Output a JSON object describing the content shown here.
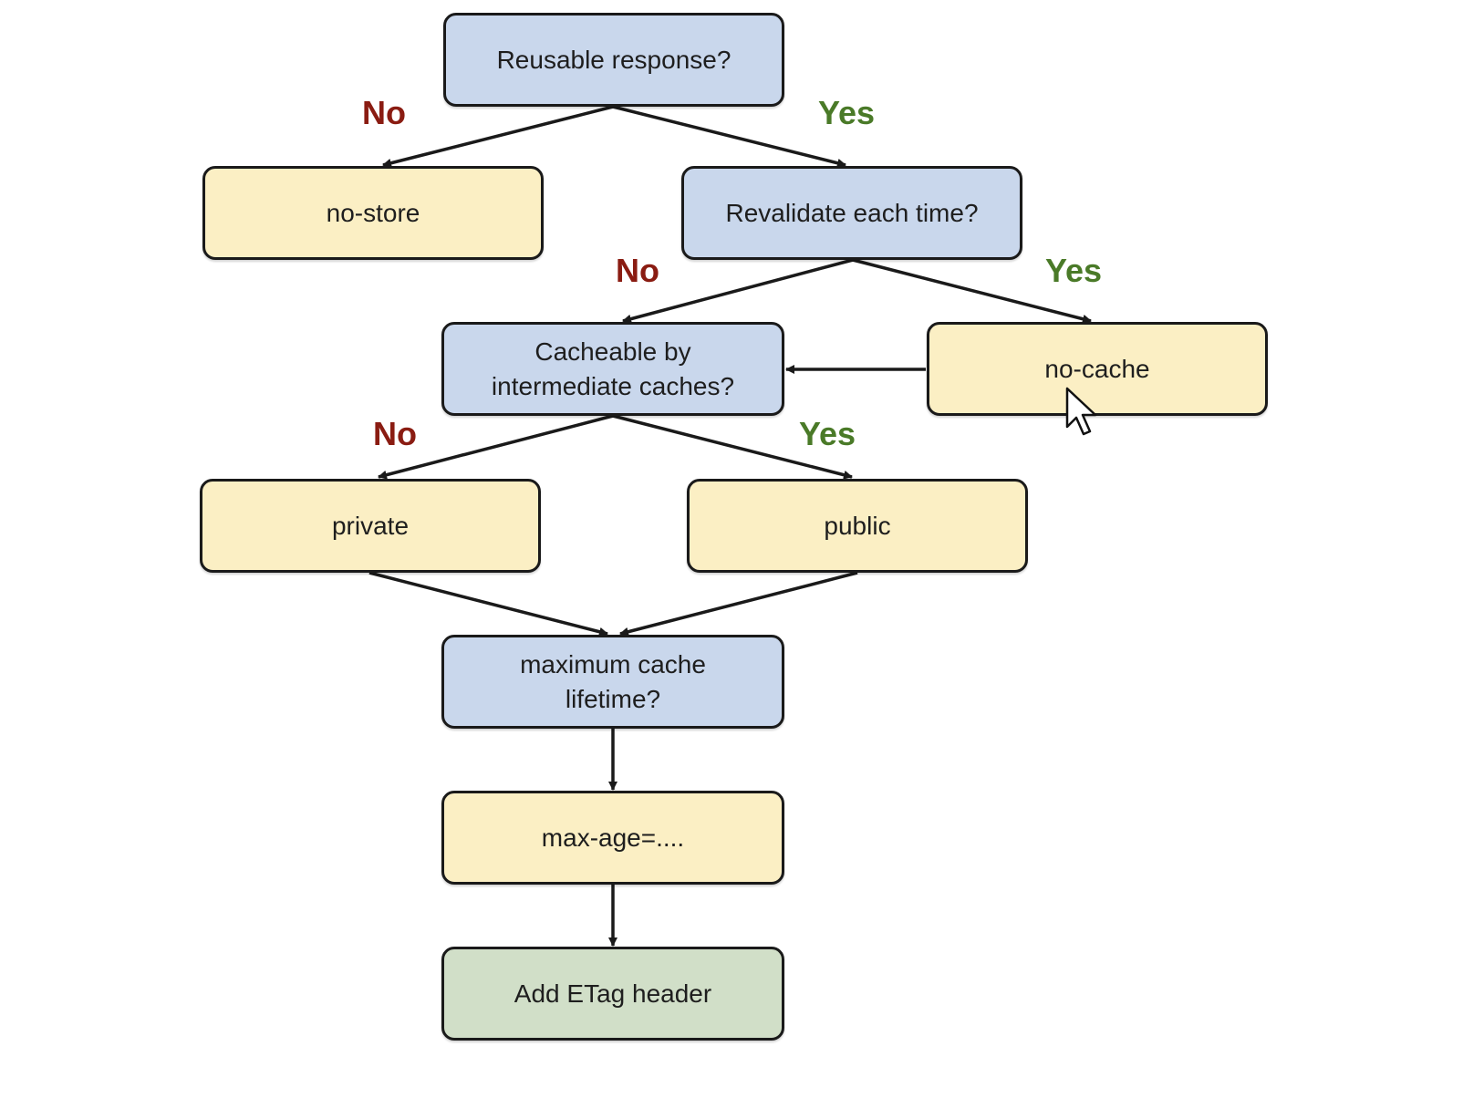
{
  "nodes": {
    "reusable": "Reusable response?",
    "no_store": "no-store",
    "revalidate": "Revalidate each time?",
    "cacheable": "Cacheable by\nintermediate caches?",
    "no_cache": "no-cache",
    "private": "private",
    "public": "public",
    "max_lifetime": "maximum cache\nlifetime?",
    "max_age": "max-age=....",
    "etag": "Add ETag header"
  },
  "edge_labels": {
    "reusable_no": "No",
    "reusable_yes": "Yes",
    "revalidate_no": "No",
    "revalidate_yes": "Yes",
    "cacheable_no": "No",
    "cacheable_yes": "Yes"
  },
  "colors": {
    "decision_fill": "#c9d7ec",
    "outcome_fill": "#fbefc4",
    "final_fill": "#d1dfc8",
    "no_label": "#8a1c12",
    "yes_label": "#4a7a28",
    "stroke": "#1a1a1a"
  },
  "icons": {
    "pointer": "mouse-pointer-icon"
  }
}
